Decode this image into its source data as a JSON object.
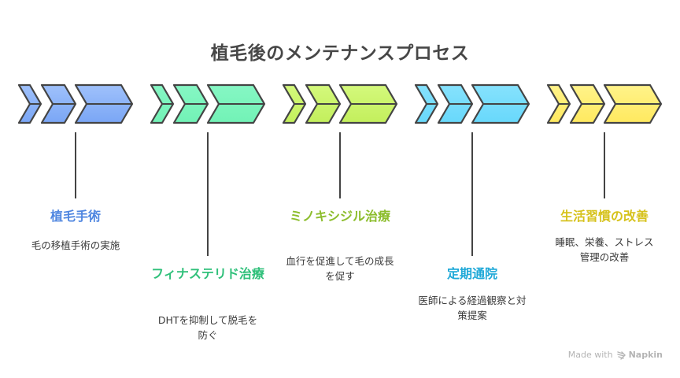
{
  "title": "植毛後のメンテナンスプロセス",
  "steps": [
    {
      "title": "植毛手術",
      "description": "毛の移植手術の実施",
      "title_color": "#4f86e0",
      "fill_top": "#9fc1fb",
      "fill_bottom": "#7aa6f5",
      "label_position": "upper"
    },
    {
      "title": "フィナステリド治療",
      "description": "DHTを抑制して脱毛を防ぐ",
      "title_color": "#2fc07a",
      "fill_top": "#86f7c4",
      "fill_bottom": "#72f2b6",
      "label_position": "lower"
    },
    {
      "title": "ミノキシジル治療",
      "description": "血行を促進して毛の成長を促す",
      "title_color": "#8cbd2c",
      "fill_top": "#d4f97c",
      "fill_bottom": "#c3ef5c",
      "label_position": "upper"
    },
    {
      "title": "定期通院",
      "description": "医師による経過観察と対策提案",
      "title_color": "#20a9d8",
      "fill_top": "#86e2fd",
      "fill_bottom": "#68d8fb",
      "label_position": "lower"
    },
    {
      "title": "生活習慣の改善",
      "description": "睡眠、栄養、ストレス管理の改善",
      "title_color": "#d6c21c",
      "fill_top": "#fff38a",
      "fill_bottom": "#ffe95f",
      "label_position": "upper"
    }
  ],
  "stroke_color": "#444444",
  "footer": {
    "prefix": "Made with",
    "brand": "Napkin",
    "icon": "napkin-logo-icon"
  }
}
